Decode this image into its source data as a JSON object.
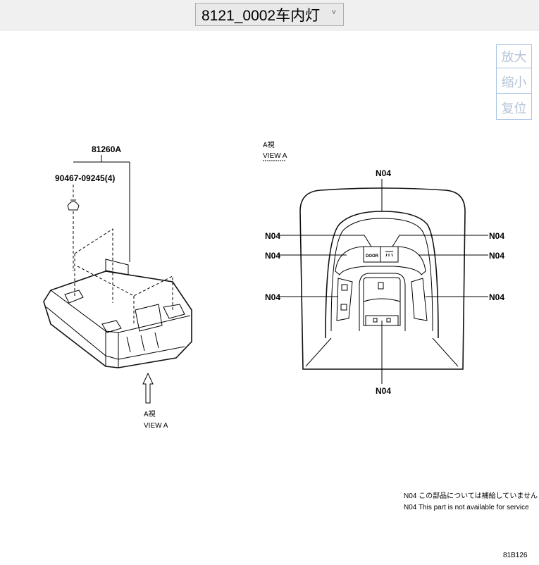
{
  "toolbar": {
    "diagram_select_value": "8121_0002车内灯",
    "chevron": "˅"
  },
  "zoom_controls": {
    "zoom_in": "放大",
    "zoom_out": "缩小",
    "reset": "复位"
  },
  "diagram": {
    "left": {
      "assembly_part": "81260A",
      "screw_part": "90467-09245(4)",
      "view_label_jp": "A視",
      "view_label_en": "VIEW A"
    },
    "right": {
      "view_label_jp": "A視",
      "view_label_en": "VIEW A",
      "door_button": "DOOR",
      "callouts": {
        "top": "N04",
        "left1": "N04",
        "left2": "N04",
        "left3": "N04",
        "right1": "N04",
        "right2": "N04",
        "right3": "N04",
        "bottom": "N04"
      }
    },
    "notes": [
      "N04 この部品については補給していません",
      "N04 This part is not available for service"
    ],
    "illustration_id": "81B126"
  }
}
